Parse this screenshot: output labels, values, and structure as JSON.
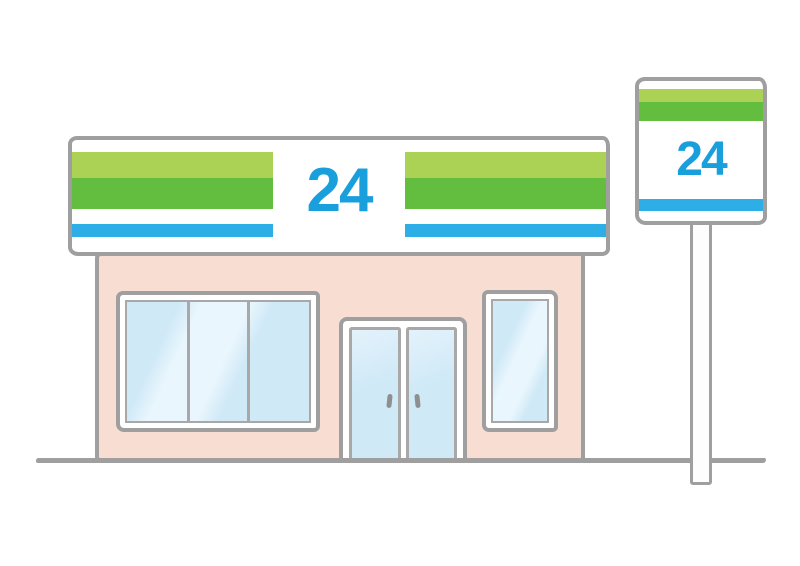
{
  "illustration": {
    "description": "Hand-drawn style illustration of a 24-hour convenience store with a striped fascia sign and a roadside pole sign",
    "store_sign": {
      "label": "24"
    },
    "pole_sign": {
      "label": "24"
    },
    "colors": {
      "light_green_stripe": "#acd255",
      "green_stripe": "#63bd3f",
      "blue_stripe": "#2eaee6",
      "sign_text_blue": "#1a9fdd",
      "wall_pink": "#f8ded2",
      "window_blue": "#cfe9f7",
      "window_highlight": "#eaf6fd",
      "outline_gray": "#9f9f9f"
    }
  }
}
